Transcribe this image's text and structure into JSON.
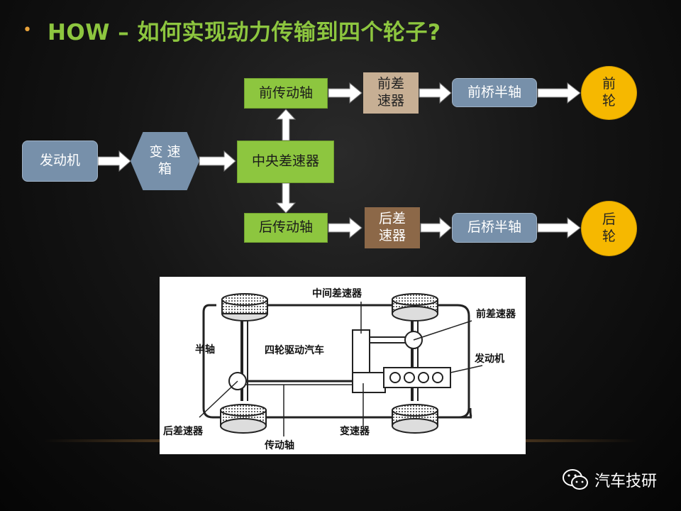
{
  "header": {
    "bullet": "•",
    "title": "HOW – 如何实现动力传输到四个轮子?"
  },
  "flow": {
    "engine": "发动机",
    "gearbox_line1": "变 速",
    "gearbox_line2": "箱",
    "center_diff": "中央差速器",
    "front_shaft": "前传动轴",
    "front_diff_line1": "前差",
    "front_diff_line2": "速器",
    "front_half_axle": "前桥半轴",
    "front_wheel_line1": "前",
    "front_wheel_line2": "轮",
    "rear_shaft": "后传动轴",
    "rear_diff_line1": "后差",
    "rear_diff_line2": "速器",
    "rear_half_axle": "后桥半轴",
    "rear_wheel_line1": "后",
    "rear_wheel_line2": "轮"
  },
  "figure": {
    "center_diff": "中间差速器",
    "front_diff": "前差速器",
    "half_axle": "半轴",
    "title": "四轮驱动汽车",
    "engine": "发动机",
    "rear_diff": "后差速器",
    "gearbox": "变速器",
    "drive_shaft": "传动轴"
  },
  "brand": {
    "name": "汽车技研"
  }
}
